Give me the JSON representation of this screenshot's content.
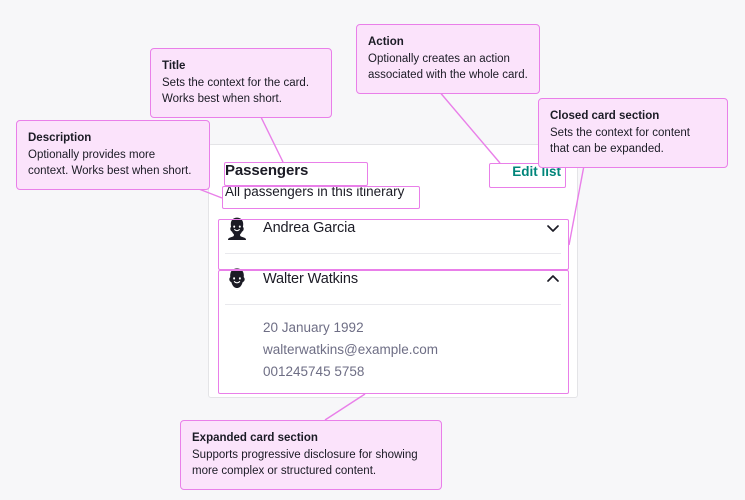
{
  "theme": {
    "page_background": "#f7f7f9",
    "card_background": "#ffffff",
    "annotation_fill": "#fbe3fb",
    "annotation_stroke": "#e97fe9",
    "action_color": "#00857a",
    "text_primary": "#1b1b25",
    "text_muted": "#6e6e85"
  },
  "card": {
    "title": "Passengers",
    "description": "All passengers in this itinerary",
    "action_label": "Edit list",
    "sections": [
      {
        "avatar_icon": "avatar-woman-icon",
        "label": "Andrea Garcia",
        "chevron_icon": "chevron-down-icon",
        "expanded": false,
        "details": []
      },
      {
        "avatar_icon": "avatar-man-icon",
        "label": "Walter Watkins",
        "chevron_icon": "chevron-up-icon",
        "expanded": true,
        "details": [
          "20 January 1992",
          "walterwatkins@example.com",
          "001245745 5758"
        ]
      }
    ]
  },
  "callouts": [
    {
      "id": "title",
      "title": "Title",
      "body": "Sets the context for the card.\nWorks best when short."
    },
    {
      "id": "action",
      "title": "Action",
      "body": "Optionally creates an action\nassociated with the whole card."
    },
    {
      "id": "closed",
      "title": "Closed card section",
      "body": "Sets the context for content\nthat can be expanded."
    },
    {
      "id": "description",
      "title": "Description",
      "body": "Optionally provides more\ncontext. Works best when short."
    },
    {
      "id": "expanded",
      "title": "Expanded card section",
      "body": "Supports progressive disclosure for showing\nmore complex or structured content."
    }
  ]
}
